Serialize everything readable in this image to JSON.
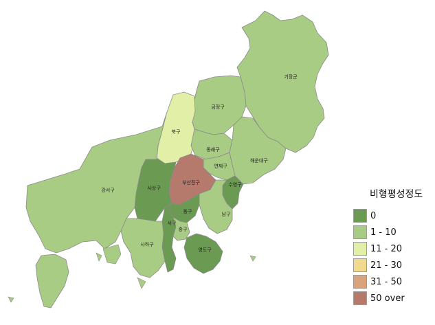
{
  "map": {
    "districts": [
      {
        "id": "gijang",
        "label": "기장군",
        "category": 1
      },
      {
        "id": "geumjeong",
        "label": "금정구",
        "category": 1
      },
      {
        "id": "buk",
        "label": "북구",
        "category": 2
      },
      {
        "id": "dongnae",
        "label": "동래구",
        "category": 1
      },
      {
        "id": "haeundae",
        "label": "해운대구",
        "category": 1
      },
      {
        "id": "yeonje",
        "label": "연제구",
        "category": 1
      },
      {
        "id": "busanjin",
        "label": "부산진구",
        "category": 5
      },
      {
        "id": "sasang",
        "label": "사상구",
        "category": 0
      },
      {
        "id": "suyeong",
        "label": "수영구",
        "category": 0
      },
      {
        "id": "gangseo",
        "label": "강서구",
        "category": 1
      },
      {
        "id": "dong",
        "label": "동구",
        "category": 0
      },
      {
        "id": "nam",
        "label": "남구",
        "category": 1
      },
      {
        "id": "seo",
        "label": "서구",
        "category": 0
      },
      {
        "id": "jung",
        "label": "중구",
        "category": 1
      },
      {
        "id": "saha",
        "label": "사하구",
        "category": 1
      },
      {
        "id": "yeongdo",
        "label": "영도구",
        "category": 0
      }
    ]
  },
  "legend": {
    "title": "비형평성정도",
    "items": [
      {
        "label": "0",
        "color": "#6b9a52"
      },
      {
        "label": "1 - 10",
        "color": "#a8cc84"
      },
      {
        "label": "11 - 20",
        "color": "#e1f0a6"
      },
      {
        "label": "21 - 30",
        "color": "#f1da8e"
      },
      {
        "label": "31 - 50",
        "color": "#d9a47c"
      },
      {
        "label": "50 over",
        "color": "#b57a6c"
      }
    ]
  }
}
